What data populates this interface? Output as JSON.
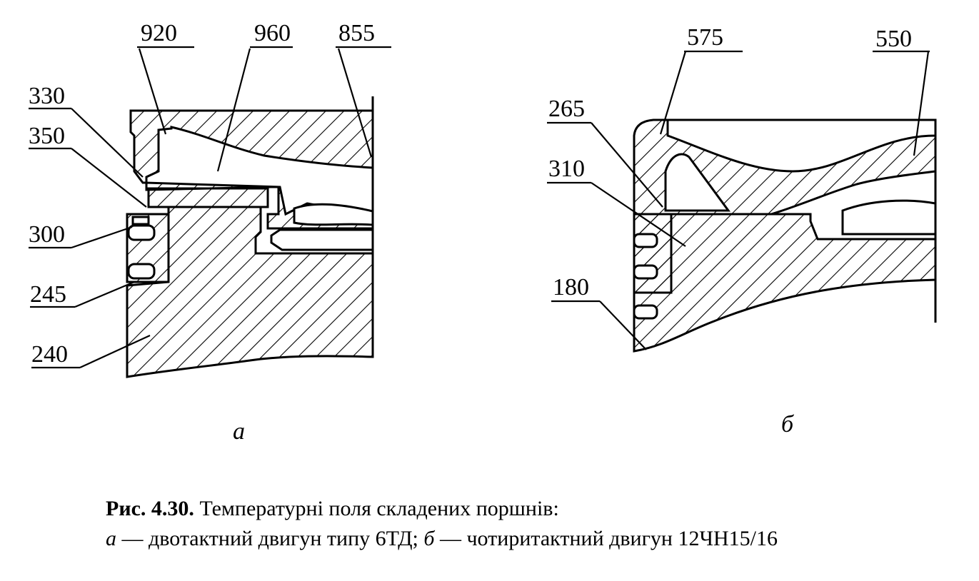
{
  "figure_a": {
    "labels": {
      "l920": "920",
      "l960": "960",
      "l855": "855",
      "l330": "330",
      "l350": "350",
      "l300": "300",
      "l245": "245",
      "l240": "240"
    },
    "sublabel": "а"
  },
  "figure_b": {
    "labels": {
      "l575": "575",
      "l550": "550",
      "l265": "265",
      "l310": "310",
      "l180": "180"
    },
    "sublabel": "б"
  },
  "caption": {
    "number": "Рис. 4.30.",
    "title": "Температурні поля складених поршнів:",
    "a_letter": "а",
    "a_text": "— двотактний двигун типу 6ТД;",
    "b_letter": "б",
    "b_text": "— чотиритактний двигун 12ЧН15/16"
  }
}
